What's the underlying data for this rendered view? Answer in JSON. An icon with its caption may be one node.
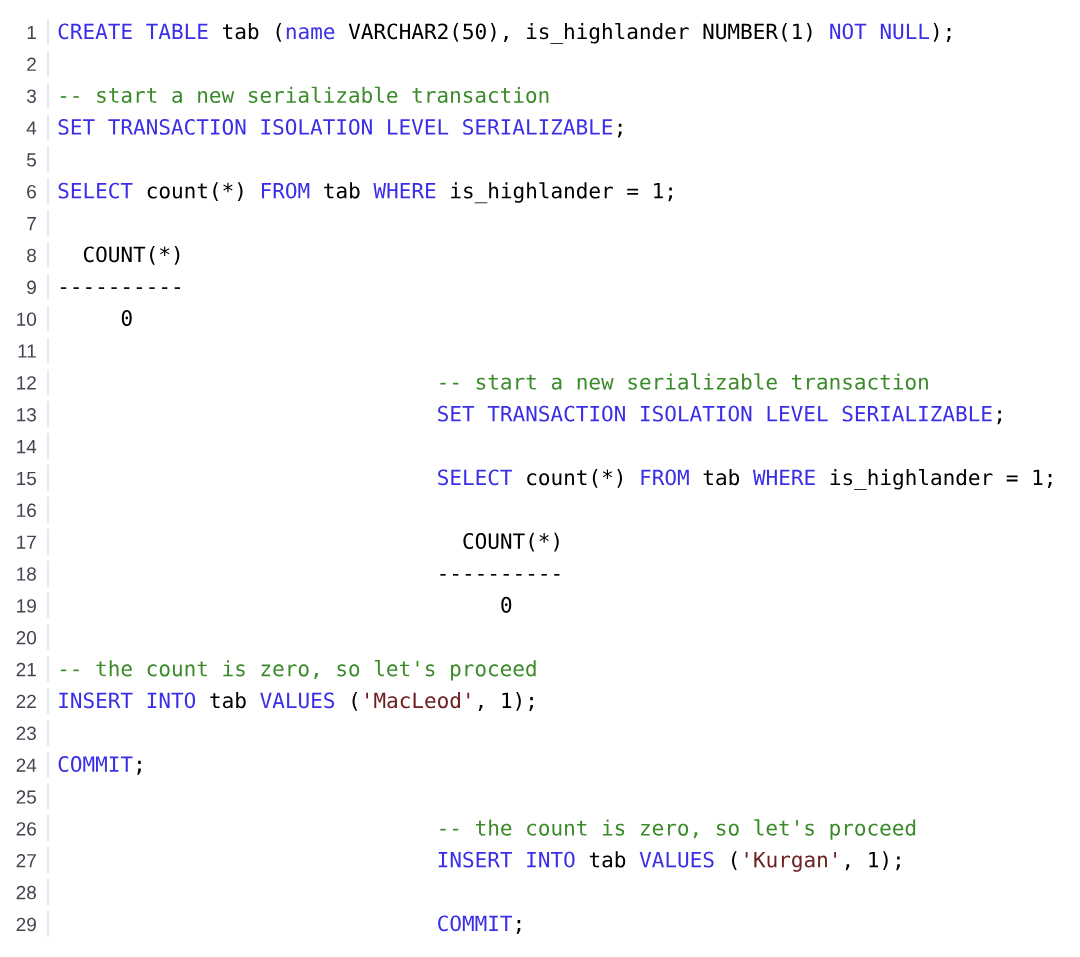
{
  "diagram": {
    "labels": [
      "1",
      "CREATE TABLE",
      "tab (",
      "name",
      "VARCHAR2(50), is_highlander NUMBER(1)",
      "NOT NULL",
      ");",
      "2",
      "3",
      "-- start a new serializable transaction",
      "4",
      "SET TRANSACTION ISOLATION LEVEL SERIALIZABLE",
      ";",
      "5",
      "6",
      "SELECT",
      "count(*)",
      "FROM",
      "tab",
      "WHERE",
      "is_highlander = 1;",
      "7",
      "8",
      "COUNT(*)",
      "9",
      "----------",
      "10",
      "0",
      "11",
      "12",
      "-- start a new serializable transaction",
      "13",
      "SET TRANSACTION ISOLATION LEVEL SERIALIZABLE",
      ";",
      "14",
      "15",
      "SELECT",
      "count(*)",
      "FROM",
      "tab",
      "WHERE",
      "is_highlander = 1;",
      "16",
      "17",
      "COUNT(*)",
      "18",
      "----------",
      "19",
      "0",
      "20",
      "21",
      "-- the count is zero, so let's proceed",
      "22",
      "INSERT INTO",
      "tab",
      "VALUES",
      "(",
      "'MacLeod'",
      ", 1);",
      "23",
      "24",
      "COMMIT",
      ";",
      "25",
      "26",
      "-- the count is zero, so let's proceed",
      "27",
      "INSERT INTO",
      "tab",
      "VALUES",
      "(",
      "'Kurgan'",
      ", 1);",
      "28",
      "29",
      "COMMIT",
      ";"
    ]
  }
}
